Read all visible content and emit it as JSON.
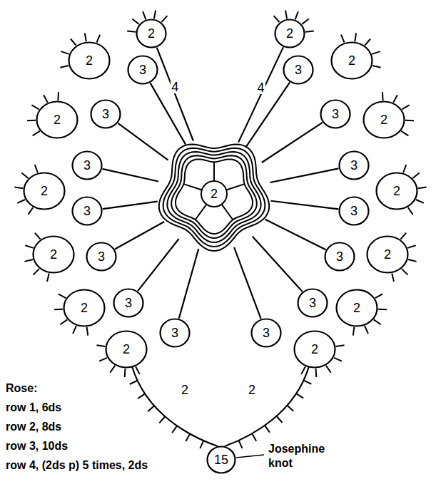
{
  "diagram": {
    "nodes": [
      {
        "text": [
          "2"
        ]
      },
      {
        "text": [
          "2"
        ]
      },
      {
        "text": [
          "2"
        ]
      },
      {
        "text": [
          "2"
        ]
      },
      {
        "text": [
          "3"
        ]
      },
      {
        "text": [
          "3"
        ]
      },
      {
        "text": [
          "2"
        ]
      },
      {
        "text": [
          "2"
        ]
      },
      {
        "text": [
          "3"
        ]
      },
      {
        "text": [
          "3"
        ]
      },
      {
        "text": [
          "3"
        ]
      },
      {
        "text": [
          "3"
        ]
      },
      {
        "text": [
          "2"
        ]
      },
      {
        "text": [
          "2"
        ]
      },
      {
        "text": [
          "3"
        ]
      },
      {
        "text": [
          "3"
        ]
      },
      {
        "text": [
          "2"
        ]
      },
      {
        "text": [
          "2"
        ]
      },
      {
        "text": [
          "3"
        ]
      },
      {
        "text": [
          "3"
        ]
      },
      {
        "text": [
          "3"
        ]
      },
      {
        "text": [
          "3"
        ]
      },
      {
        "text": [
          "2"
        ]
      },
      {
        "text": [
          "2"
        ]
      },
      {
        "text": [
          "3"
        ]
      },
      {
        "text": [
          "3"
        ]
      },
      {
        "text": [
          "2"
        ]
      },
      {
        "text": [
          "2"
        ]
      },
      {
        "text": [
          "2"
        ]
      },
      {
        "text": [
          "15"
        ]
      }
    ],
    "edges": [
      {
        "from": 0,
        "to": 28,
        "label": "4",
        "arrow": "none"
      },
      {
        "from": 1,
        "to": 28,
        "label": "4",
        "arrow": "none"
      },
      {
        "from": 28,
        "to": 4,
        "arrow": "none"
      },
      {
        "from": 28,
        "to": 5,
        "arrow": "none"
      },
      {
        "from": 28,
        "to": 8,
        "arrow": "none"
      },
      {
        "from": 28,
        "to": 9,
        "arrow": "none"
      },
      {
        "from": 28,
        "to": 10,
        "arrow": "none"
      },
      {
        "from": 28,
        "to": 11,
        "arrow": "none"
      },
      {
        "from": 28,
        "to": 14,
        "arrow": "none"
      },
      {
        "from": 28,
        "to": 15,
        "arrow": "none"
      },
      {
        "from": 28,
        "to": 18,
        "arrow": "none"
      },
      {
        "from": 28,
        "to": 19,
        "arrow": "none"
      },
      {
        "from": 28,
        "to": 20,
        "arrow": "none"
      },
      {
        "from": 28,
        "to": 21,
        "arrow": "none"
      },
      {
        "from": 28,
        "to": 24,
        "arrow": "none"
      },
      {
        "from": 28,
        "to": 25,
        "arrow": "none"
      }
    ],
    "labels": [
      "2",
      "2",
      "Josephine knot",
      "Rose:",
      "row 1, 6ds",
      "row 2, 8ds",
      "row 3, 10ds",
      "row 4, (2ds p) 5 times, 2ds"
    ]
  }
}
